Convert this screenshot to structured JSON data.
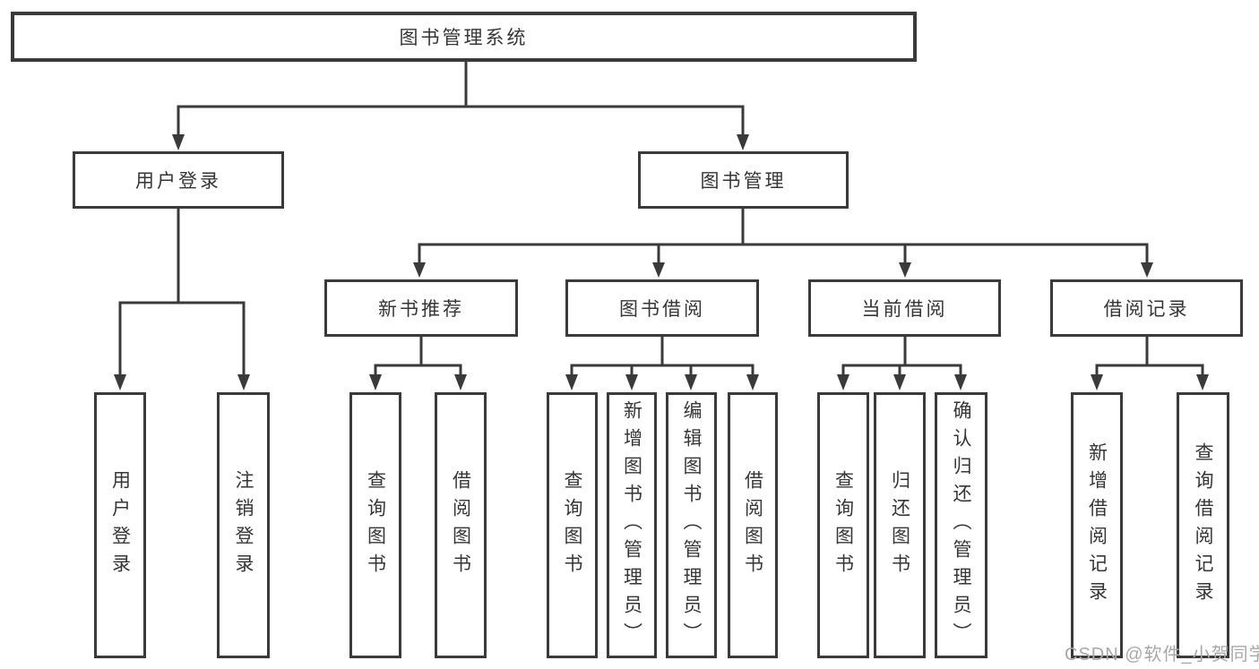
{
  "tree": {
    "label": "图书管理系统",
    "children": [
      {
        "label": "用户登录",
        "children": [
          {
            "label": "用户登录"
          },
          {
            "label": "注销登录"
          }
        ]
      },
      {
        "label": "图书管理",
        "children": [
          {
            "label": "新书推荐",
            "children": [
              {
                "label": "查询图书"
              },
              {
                "label": "借阅图书"
              }
            ]
          },
          {
            "label": "图书借阅",
            "children": [
              {
                "label": "查询图书"
              },
              {
                "label": "新增图书（管理员）"
              },
              {
                "label": "编辑图书（管理员）"
              },
              {
                "label": "借阅图书"
              }
            ]
          },
          {
            "label": "当前借阅",
            "children": [
              {
                "label": "查询图书"
              },
              {
                "label": "归还图书"
              },
              {
                "label": "确认归还（管理员）"
              }
            ]
          },
          {
            "label": "借阅记录",
            "children": [
              {
                "label": "新增借阅记录"
              },
              {
                "label": "查询借阅记录"
              }
            ]
          }
        ]
      }
    ]
  },
  "watermark": "CSDN @软件_小贺同学",
  "colors": {
    "line": "#3a3a3a",
    "text": "#363636",
    "watermark": "#a8a8a8",
    "background": "#ffffff"
  }
}
